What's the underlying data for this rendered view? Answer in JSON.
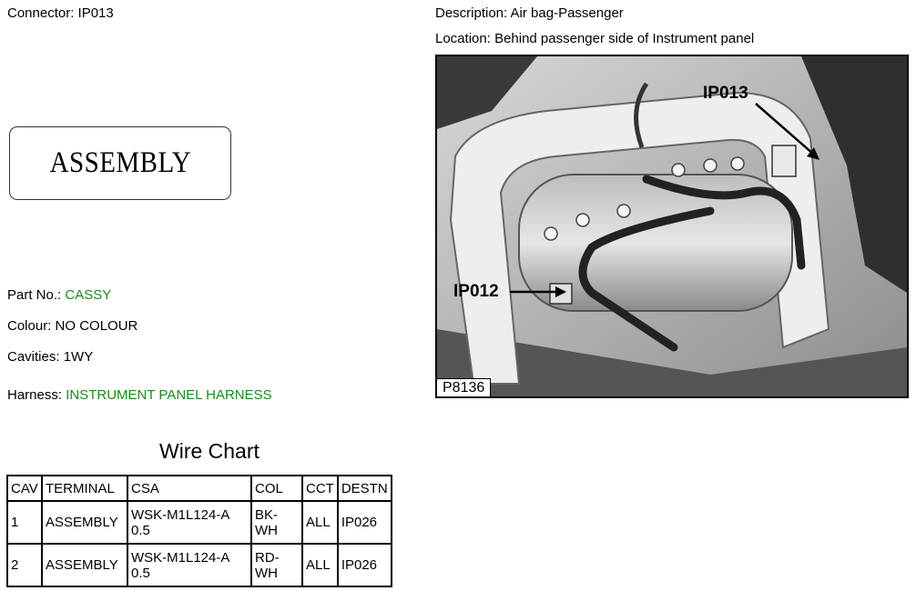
{
  "connector": {
    "label": "Connector:",
    "value": "IP013"
  },
  "description": {
    "label": "Description:",
    "value": "Air bag-Passenger"
  },
  "location": {
    "label": "Location:",
    "value": "Behind passenger side of Instrument panel"
  },
  "assembly_label": "ASSEMBLY",
  "part_no": {
    "label": "Part No.:",
    "value": "CASSY"
  },
  "colour": {
    "label": "Colour:",
    "value": "NO COLOUR"
  },
  "cavities": {
    "label": "Cavities:",
    "value": "1WY"
  },
  "harness": {
    "label": "Harness:",
    "value": "INSTRUMENT PANEL HARNESS"
  },
  "photo": {
    "callout_top": "IP013",
    "callout_left": "IP012",
    "code": "P8136"
  },
  "wire_chart": {
    "title": "Wire Chart",
    "headers": [
      "CAV",
      "TERMINAL",
      "CSA",
      "COL",
      "CCT",
      "DESTN"
    ],
    "rows": [
      [
        "1",
        "ASSEMBLY",
        "WSK-M1L124-A 0.5",
        "BK-WH",
        "ALL",
        "IP026"
      ],
      [
        "2",
        "ASSEMBLY",
        "WSK-M1L124-A 0.5",
        "RD-WH",
        "ALL",
        "IP026"
      ]
    ]
  },
  "colors": {
    "accent_green": "#1a8a1a"
  }
}
